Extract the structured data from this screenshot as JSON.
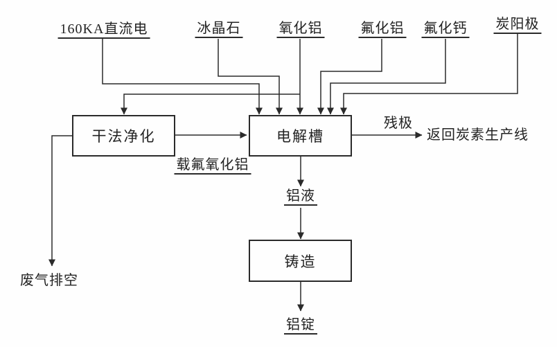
{
  "canvas": {
    "background": "#fefefe",
    "line_color": "#2a2a2a"
  },
  "top_inputs": [
    {
      "label": "160KA直流电"
    },
    {
      "label": "冰晶石"
    },
    {
      "label": "氧化铝"
    },
    {
      "label": "氟化铝"
    },
    {
      "label": "氟化钙"
    },
    {
      "label": "炭阳极"
    }
  ],
  "process_boxes": {
    "dry_purification": {
      "label": "干法净化"
    },
    "electrolysis_cell": {
      "label": "电解槽"
    },
    "casting": {
      "label": "铸造"
    }
  },
  "flow_labels": {
    "fluorinated_alumina": "载氟氧化铝",
    "spent_anode": "残极",
    "return_to_carbon_line": "返回炭素生产线",
    "molten_aluminum": "铝液",
    "waste_gas_exhaust": "废气排空",
    "aluminum_ingot": "铝锭"
  }
}
